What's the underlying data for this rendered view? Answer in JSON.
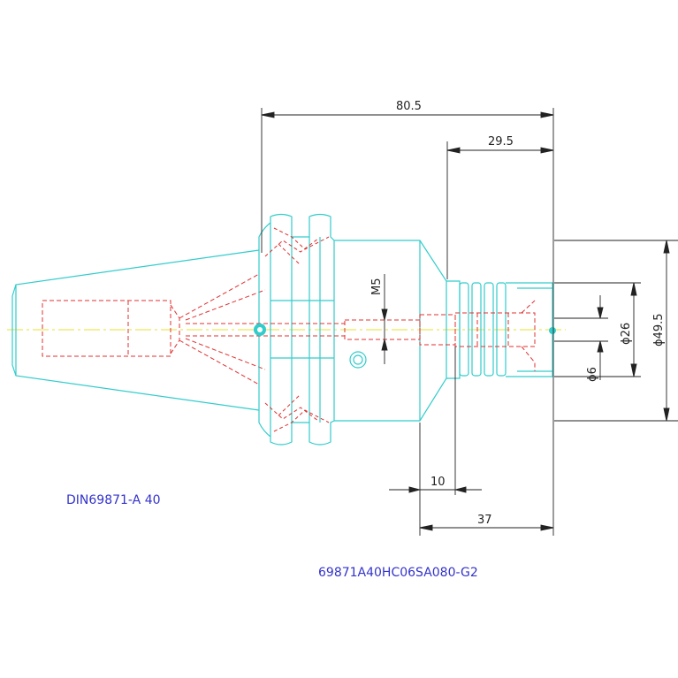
{
  "dimensions": {
    "overall_length": "80.5",
    "shank_length": "29.5",
    "thread": "M5",
    "diameter_26": "ϕ26",
    "diameter_49_5": "ϕ49.5",
    "diameter_6": "ϕ6",
    "dim_10": "10",
    "dim_37": "37"
  },
  "labels": {
    "standard": "DIN69871-A 40",
    "part_number": "69871A40HC06SA080-G2"
  },
  "colors": {
    "outline": "#33cccc",
    "hidden": "#e03030",
    "center": "#e8e030",
    "dim": "#222222",
    "label": "#3333cc"
  }
}
